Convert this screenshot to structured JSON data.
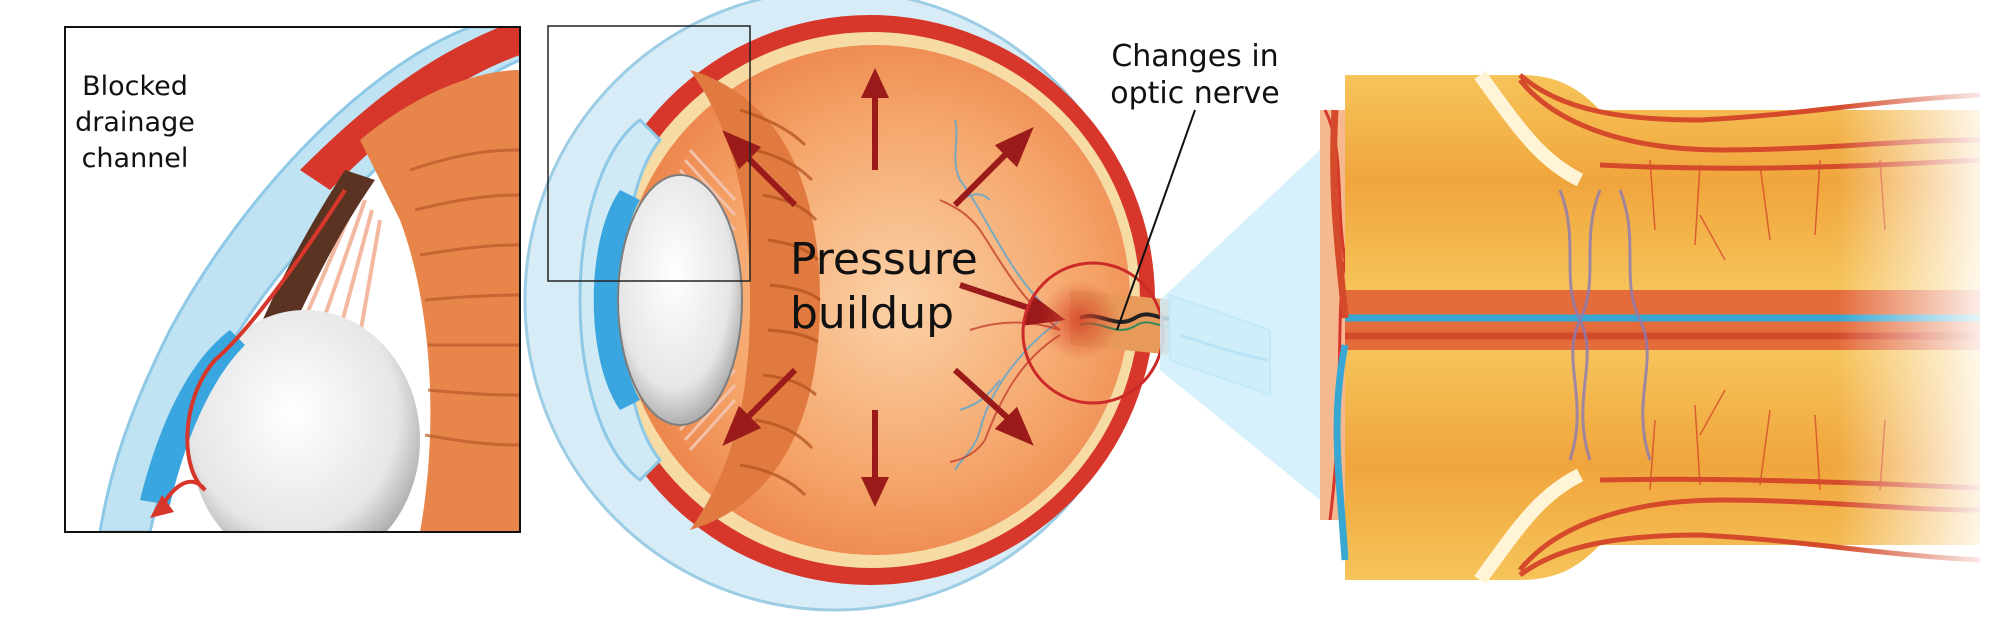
{
  "labels": {
    "blocked_drainage": [
      "Blocked",
      "drainage",
      "channel"
    ],
    "pressure": [
      "Pressure",
      "buildup"
    ],
    "optic_nerve": [
      "Changes in",
      "optic nerve"
    ]
  },
  "colors": {
    "cornea_blue": "#bfe3f3",
    "iris_blue": "#3aa6df",
    "sclera_red": "#d6372a",
    "vitreous_orange": "#f29a5e",
    "arrow_dark_red": "#9b1a1a",
    "nerve_yellow": "#f2c14e",
    "vessel_red": "#d44a2a",
    "vessel_blue": "#38a8d2",
    "cone_light_blue": "#cfeefa"
  },
  "icons": [
    "arrow-up-icon",
    "arrow-down-icon",
    "arrow-diagonal-icon",
    "magnifier-circle-icon"
  ]
}
